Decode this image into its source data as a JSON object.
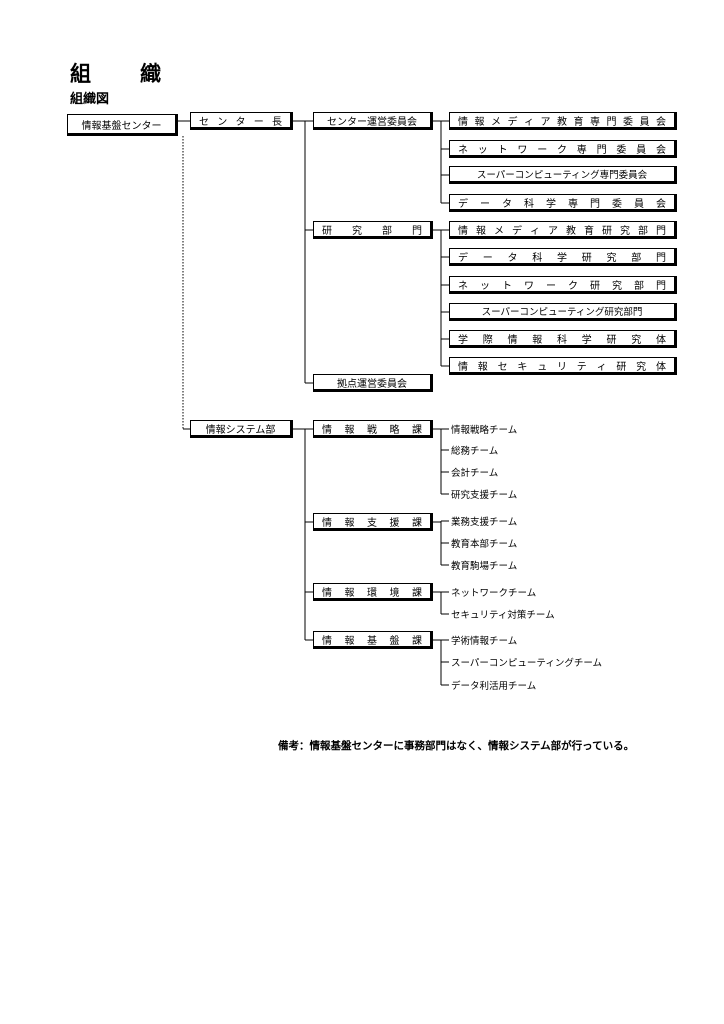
{
  "title": "組　織",
  "subtitle": "組織図",
  "root": "情報基盤センター",
  "director": "センター長",
  "center": {
    "committee": "センター運営委員会",
    "committee_children": [
      "情報メディア教育専門委員会",
      "ネットワーク専門委員会",
      "スーパーコンピューティング専門委員会",
      "データ科学専門委員会"
    ],
    "research": "研究部門",
    "research_children": [
      "情報メディア教育研究部門",
      "データ科学研究部門",
      "ネットワーク研究部門",
      "スーパーコンピューティング研究部門",
      "学際情報科学研究体",
      "情報セキュリティ研究体"
    ],
    "hub_committee": "拠点運営委員会"
  },
  "system_dept": "情報システム部",
  "divisions": [
    {
      "name": "情報戦略課",
      "teams": [
        "情報戦略チーム",
        "総務チーム",
        "会計チーム",
        "研究支援チーム"
      ]
    },
    {
      "name": "情報支援課",
      "teams": [
        "業務支援チーム",
        "教育本部チーム",
        "教育駒場チーム"
      ]
    },
    {
      "name": "情報環境課",
      "teams": [
        "ネットワークチーム",
        "セキュリティ対策チーム"
      ]
    },
    {
      "name": "情報基盤課",
      "teams": [
        "学術情報チーム",
        "スーパーコンピューティングチーム",
        "データ利活用チーム"
      ]
    }
  ],
  "note": "備考：情報基盤センターに事務部門はなく、情報システム部が行っている。"
}
